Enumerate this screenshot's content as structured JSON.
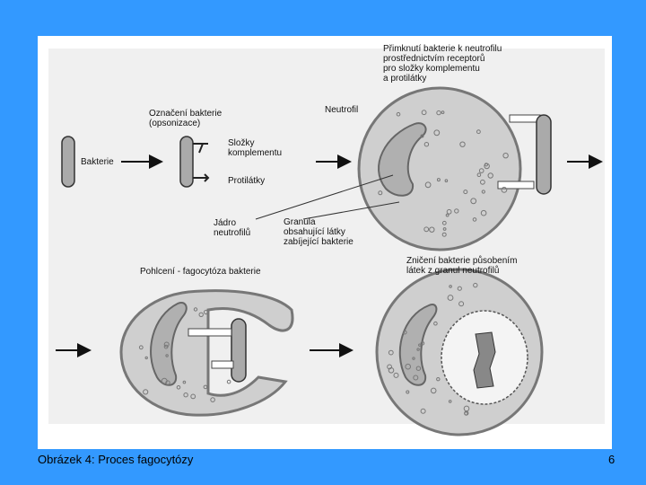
{
  "diagram": {
    "labels": {
      "bakterie": "Bakterie",
      "oznaceni": [
        "Označení bakterie",
        "(opsonizace)"
      ],
      "slozky": [
        "Složky",
        "komplementu"
      ],
      "protilatky": "Protilátky",
      "neutrofil": "Neutrofil",
      "primknuti": [
        "Přimknutí bakterie k neutrofilu",
        "prostřednictvím receptorů",
        "pro složky komplementu",
        "a protilátky"
      ],
      "jadro": [
        "Jádro",
        "neutrofilů"
      ],
      "granula": [
        "Granula",
        "obsahující látky",
        "zabíjející bakterie"
      ],
      "pohlceni": "Pohlcení - fagocytóza bakterie",
      "zniceni": [
        "Zničení bakterie působením",
        "látek z granul neutrofilů"
      ]
    }
  },
  "caption": "Obrázek 4: Proces fagocytózy",
  "page_number": "6",
  "colors": {
    "background": "#3399ff",
    "cell": "#cfcfcf",
    "panel": "#f0f0f0"
  }
}
